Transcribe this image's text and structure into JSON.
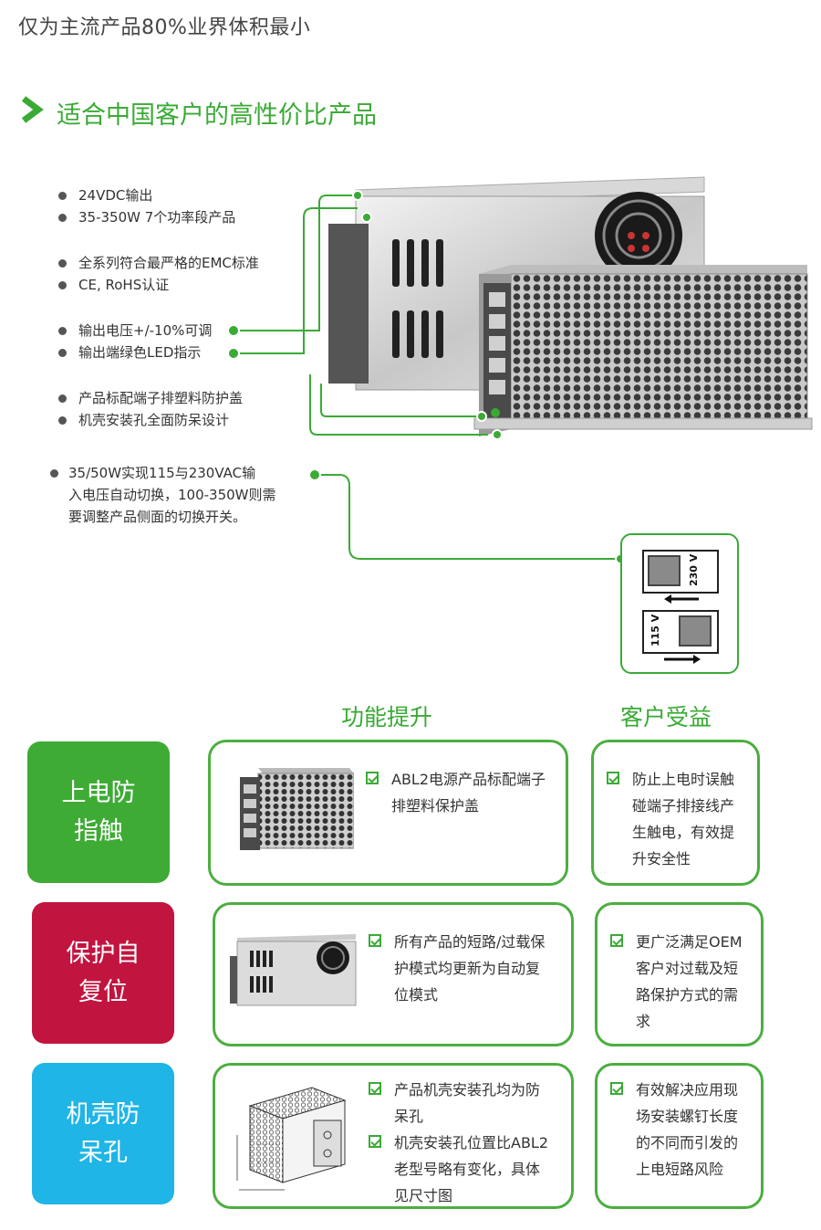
{
  "header": {
    "top_line": "仅为主流产品80%业界体积最小",
    "section_title": "适合中国客户的高性价比产品"
  },
  "features": {
    "group1": [
      "24VDC输出",
      "35-350W 7个功率段产品"
    ],
    "group2": [
      "全系列符合最严格的EMC标准",
      "CE, RoHS认证"
    ],
    "group3": [
      "输出电压+/-10%可调",
      "输出端绿色LED指示"
    ],
    "group4": [
      "产品标配端子排塑料防护盖",
      "机壳安装孔全面防呆设计"
    ],
    "voltage_switch_note": [
      "35/50W实现115与230VAC输",
      "入电压自动切换，100-350W则需",
      "要调整产品侧面的切换开关。"
    ]
  },
  "switch": {
    "upper_label": "230 V",
    "lower_label": "115 V"
  },
  "table": {
    "col_function": "功能提升",
    "col_benefit": "客户受益",
    "rows": [
      {
        "category": [
          "上电防",
          "指触"
        ],
        "function": [
          [
            "ABL2电源产品标配端子",
            "排塑料保护盖"
          ]
        ],
        "benefit": [
          [
            "防止上电时误触",
            "碰端子排接线产",
            "生触电，有效提",
            "升安全性"
          ]
        ]
      },
      {
        "category": [
          "保护自",
          "复位"
        ],
        "function": [
          [
            "所有产品的短路/过载保",
            "护模式均更新为自动复",
            "位模式"
          ]
        ],
        "benefit": [
          [
            "更广泛满足OEM",
            "客户对过载及短",
            "路保护方式的需",
            "求"
          ]
        ]
      },
      {
        "category": [
          "机壳防",
          "呆孔"
        ],
        "function": [
          [
            "产品机壳安装孔均为防",
            "呆孔"
          ],
          [
            "机壳安装孔位置比ABL2",
            "老型号略有变化，具体",
            "见尺寸图"
          ]
        ],
        "benefit": [
          [
            "有效解决应用现",
            "场安装螺钉长度",
            "的不同而引发的",
            "上电短路风险"
          ]
        ]
      }
    ]
  },
  "colors": {
    "brand_green": "#3aaa35",
    "category_green": "#3eab35",
    "category_red": "#c1143f",
    "category_cyan": "#1fb5e6"
  }
}
